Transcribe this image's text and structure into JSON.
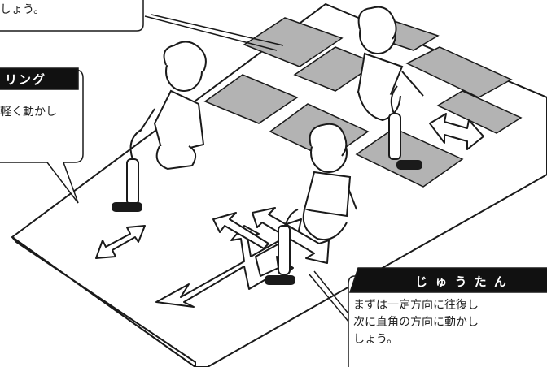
{
  "callout_top": {
    "text": "しょう。"
  },
  "callout_left": {
    "title": "リング",
    "line1": "軽く動かし"
  },
  "callout_carpet": {
    "title": "じ ゅ う た ん",
    "line1": "まずは一定方向に往復し",
    "line2": "次に直角の方向に動かし",
    "line3": "しょう。"
  },
  "icons": [
    "vacuum-cleaner-icon",
    "double-arrow-icon",
    "person-icon"
  ],
  "colors": {
    "ink": "#1a1a1a",
    "tile": "#b3b3b3",
    "floor": "#ffffff",
    "banner": "#111111"
  }
}
